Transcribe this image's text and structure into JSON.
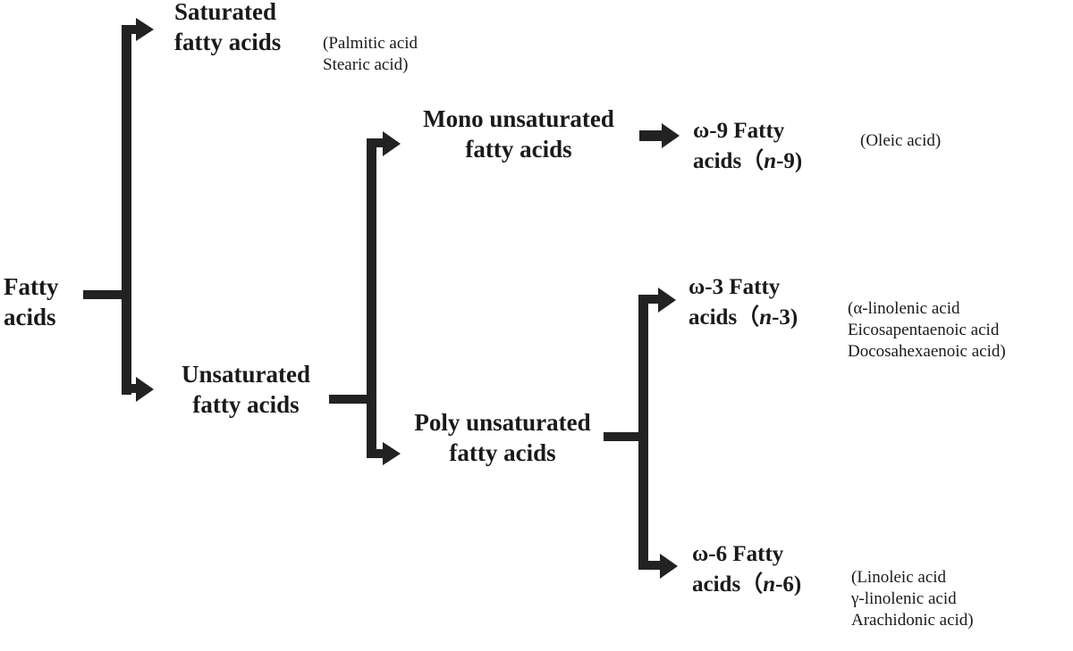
{
  "diagram": {
    "type": "tree",
    "root": {
      "line1": "Fatty",
      "line2": "acids"
    },
    "saturated": {
      "line1": "Saturated",
      "line2": "fatty acids",
      "examples": [
        "(Palmitic acid",
        "Stearic acid)"
      ]
    },
    "unsaturated": {
      "line1": "Unsaturated",
      "line2": "fatty acids"
    },
    "mono": {
      "line1": "Mono unsaturated",
      "line2": "fatty acids"
    },
    "poly": {
      "line1": "Poly unsaturated",
      "line2": "fatty acids"
    },
    "omega9": {
      "line1": "ω-9 Fatty",
      "line2_pre": "acids（",
      "n": "n",
      "line2_post": "-9)",
      "examples": [
        "(Oleic acid)"
      ]
    },
    "omega3": {
      "line1": "ω-3 Fatty",
      "line2_pre": "acids（",
      "n": "n",
      "line2_post": "-3)",
      "examples": [
        "(α-linolenic  acid",
        "Eicosapentaenoic acid",
        "Docosahexaenoic acid)"
      ]
    },
    "omega6": {
      "line1": "ω-6 Fatty",
      "line2_pre": "acids（",
      "n": "n",
      "line2_post": "-6)",
      "examples": [
        "(Linoleic  acid",
        "γ-linolenic  acid",
        "Arachidonic acid)"
      ]
    },
    "colors": {
      "line": "#222222",
      "text": "#1a1a1a",
      "background": "#ffffff"
    }
  }
}
